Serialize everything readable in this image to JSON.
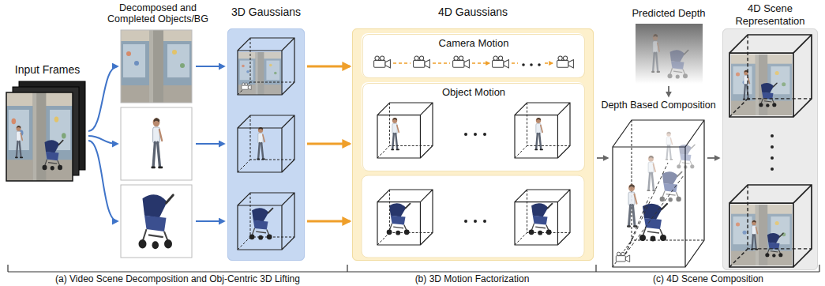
{
  "diagram": {
    "nodes": [
      {
        "text": [
          "3D Gaussians"
        ]
      },
      {
        "text": [
          "4D Gaussians"
        ]
      },
      {
        "text": [
          "Camera Motion"
        ],
        "in": 1
      },
      {
        "text": [
          "Object Motion"
        ],
        "in": 1
      },
      {
        "text": [
          "4D Scene Representation"
        ]
      }
    ],
    "edges": [
      {
        "from": 0,
        "to": 1,
        "arrow": "to"
      },
      {
        "from": 0,
        "to": 1,
        "arrow": "to"
      },
      {
        "from": 0,
        "to": 1,
        "arrow": "to"
      }
    ],
    "labels": [
      "Input Frames",
      "Decomposed and Completed Objects/BG",
      "Predicted Depth",
      "Depth Based Composition",
      "(a) Video Scene Decomposition and Obj-Centric 3D Lifting",
      "(b) 3D Motion Factorization",
      "(c) 4D Scene Composition"
    ]
  }
}
